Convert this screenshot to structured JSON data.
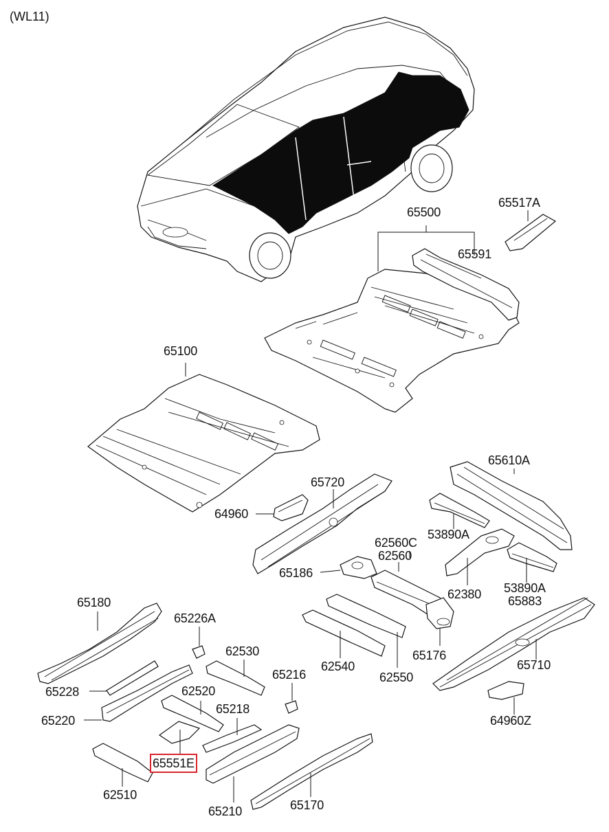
{
  "header": {
    "model_code": "(WL11)"
  },
  "highlight_color": "#d8242c",
  "parts": [
    {
      "key": "p65500",
      "number": "65500"
    },
    {
      "key": "p65517A",
      "number": "65517A"
    },
    {
      "key": "p65591",
      "number": "65591"
    },
    {
      "key": "p65100",
      "number": "65100"
    },
    {
      "key": "p65610A",
      "number": "65610A"
    },
    {
      "key": "p65720",
      "number": "65720"
    },
    {
      "key": "p64960",
      "number": "64960"
    },
    {
      "key": "p53890A_1",
      "number": "53890A"
    },
    {
      "key": "p62560C",
      "number": "62560C"
    },
    {
      "key": "p62560",
      "number": "62560"
    },
    {
      "key": "p65186",
      "number": "65186"
    },
    {
      "key": "p62380",
      "number": "62380"
    },
    {
      "key": "p53890A_2",
      "number": "53890A"
    },
    {
      "key": "p65883",
      "number": "65883"
    },
    {
      "key": "p65180",
      "number": "65180"
    },
    {
      "key": "p65226A",
      "number": "65226A"
    },
    {
      "key": "p62530",
      "number": "62530"
    },
    {
      "key": "p65216",
      "number": "65216"
    },
    {
      "key": "p62540",
      "number": "62540"
    },
    {
      "key": "p62550",
      "number": "62550"
    },
    {
      "key": "p65176",
      "number": "65176"
    },
    {
      "key": "p65710",
      "number": "65710"
    },
    {
      "key": "p65228",
      "number": "65228"
    },
    {
      "key": "p62520",
      "number": "62520"
    },
    {
      "key": "p65218",
      "number": "65218"
    },
    {
      "key": "p65220",
      "number": "65220"
    },
    {
      "key": "p64960Z",
      "number": "64960Z"
    },
    {
      "key": "p65551E",
      "number": "65551E",
      "highlighted": true
    },
    {
      "key": "p62510",
      "number": "62510"
    },
    {
      "key": "p65210",
      "number": "65210"
    },
    {
      "key": "p65170",
      "number": "65170"
    }
  ]
}
